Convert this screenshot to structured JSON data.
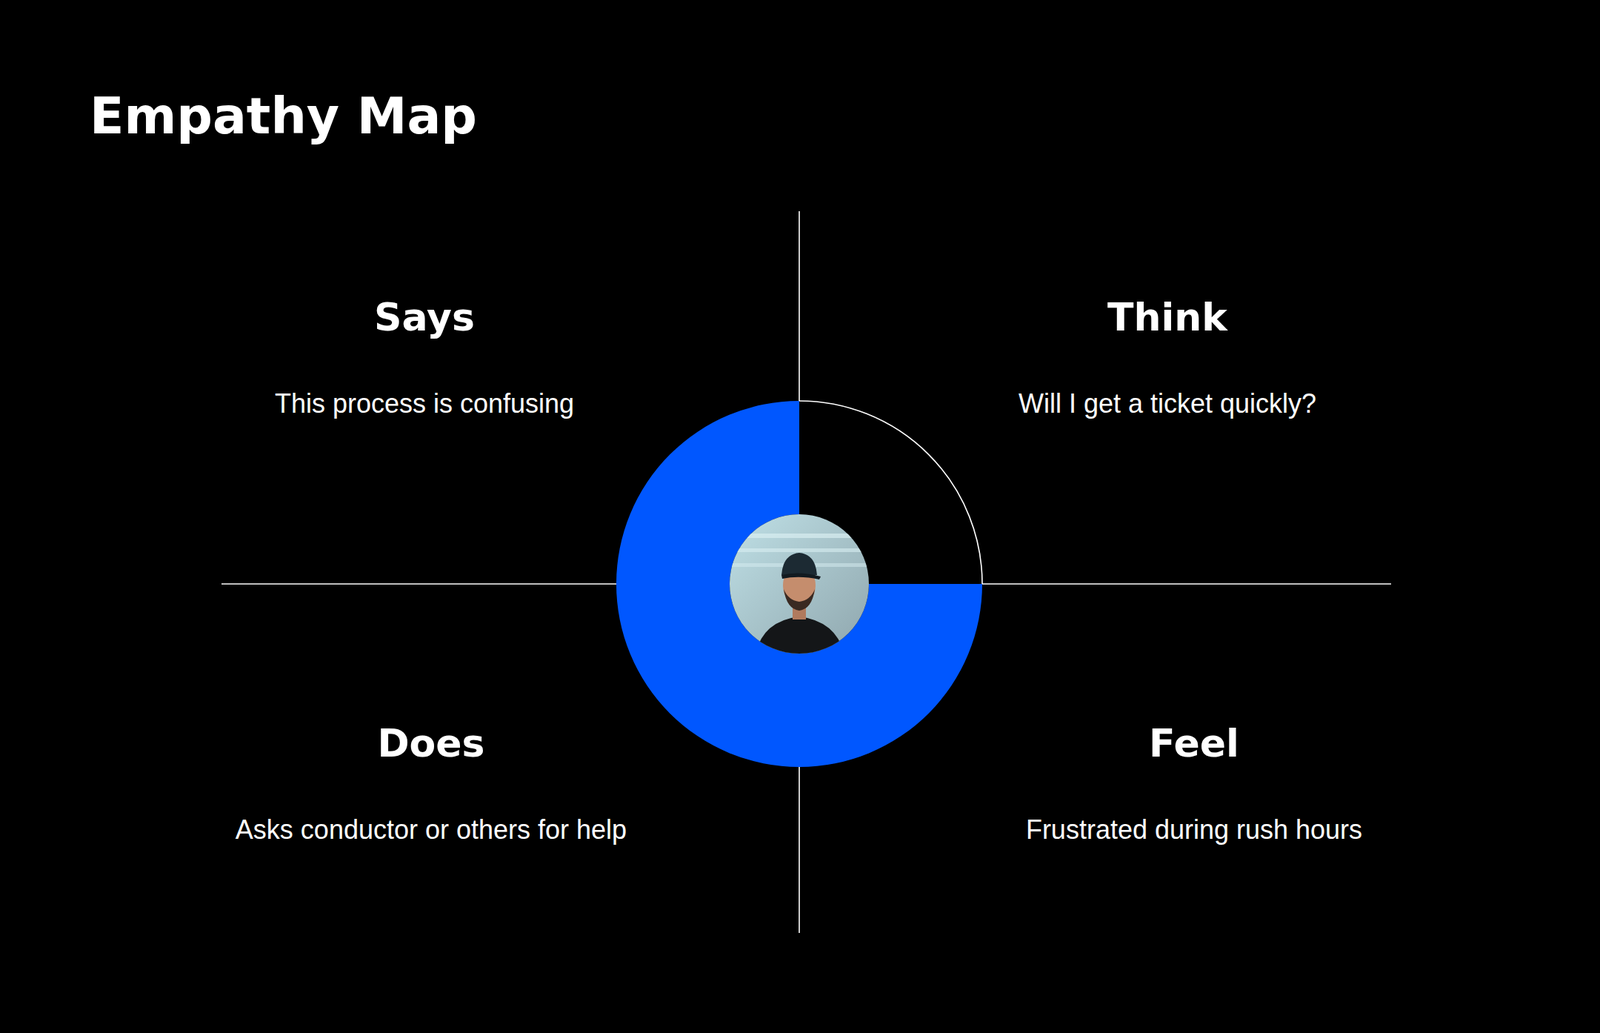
{
  "diagram": {
    "title": "Empathy Map",
    "nodes": [
      {
        "text": [
          "Says",
          "This process is confusing"
        ]
      },
      {
        "text": [
          "Think",
          "Will I get a ticket quickly?"
        ]
      },
      {
        "text": [
          "Does",
          "Asks conductor or others for help"
        ]
      },
      {
        "text": [
          "Feel",
          "Frustrated during rush hours"
        ]
      }
    ]
  }
}
